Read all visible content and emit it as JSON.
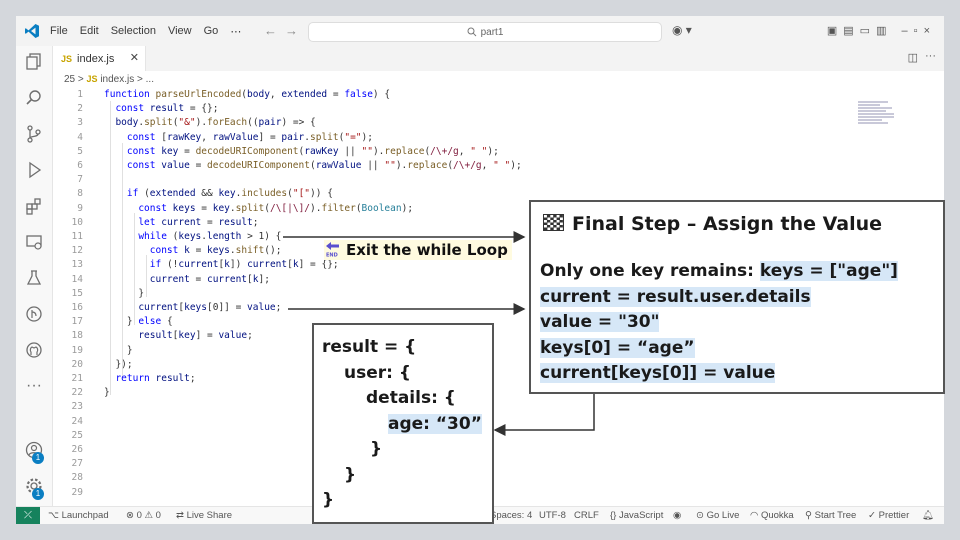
{
  "titlebar": {
    "menus": [
      "File",
      "Edit",
      "Selection",
      "View",
      "Go",
      "⋯"
    ],
    "search": "part1"
  },
  "tab": {
    "type": "JS",
    "name": "index.js"
  },
  "breadcrumb": {
    "folder": "25",
    "sep": ">",
    "type": "JS",
    "file": "index.js",
    "tail": "> ..."
  },
  "code_lines": [
    "function parseUrlEncoded(body, extended = false) {",
    "  const result = {};",
    "  body.split(\"&\").forEach((pair) => {",
    "    const [rawKey, rawValue] = pair.split(\"=\");",
    "    const key = decodeURIComponent(rawKey || \"\").replace(/\\+/g, \" \");",
    "    const value = decodeURIComponent(rawValue || \"\").replace(/\\+/g, \" \");",
    "",
    "    if (extended && key.includes(\"[\")) {",
    "      const keys = key.split(/\\[|\\]/).filter(Boolean);",
    "      let current = result;",
    "      while (keys.length > 1) {",
    "        const k = keys.shift();",
    "        if (!current[k]) current[k] = {};",
    "        current = current[k];",
    "      }",
    "      current[keys[0]] = value;",
    "    } else {",
    "      result[key] = value;",
    "    }",
    "  });",
    "  return result;",
    "}",
    "",
    "",
    "",
    "",
    "",
    "",
    ""
  ],
  "final_step": {
    "title": "Final Step – Assign the Value",
    "lead": "Only one key remains:",
    "keys": "keys = [\"age\"]",
    "current": "current = result.user.details",
    "value": "value = \"30\"",
    "key0": "keys[0] = “age”",
    "assign": "current[keys[0]] = value"
  },
  "loop_note": "Exit the while Loop",
  "result_box": [
    "result = {",
    "user: {",
    "details: {",
    "age: “30”",
    "}",
    "}",
    "}"
  ],
  "badges": {
    "accounts": "1",
    "manage": "1"
  },
  "status": {
    "launchpad": "Launchpad",
    "problems": "⊗ 0 ⚠ 0",
    "liveshare": "Live Share",
    "spaces": "Spaces: 4",
    "encoding": "UTF-8",
    "eol": "CRLF",
    "language": "JavaScript",
    "golive": "Go Live",
    "quokka": "Quokka",
    "starttree": "Start Tree",
    "prettier": "Prettier"
  }
}
